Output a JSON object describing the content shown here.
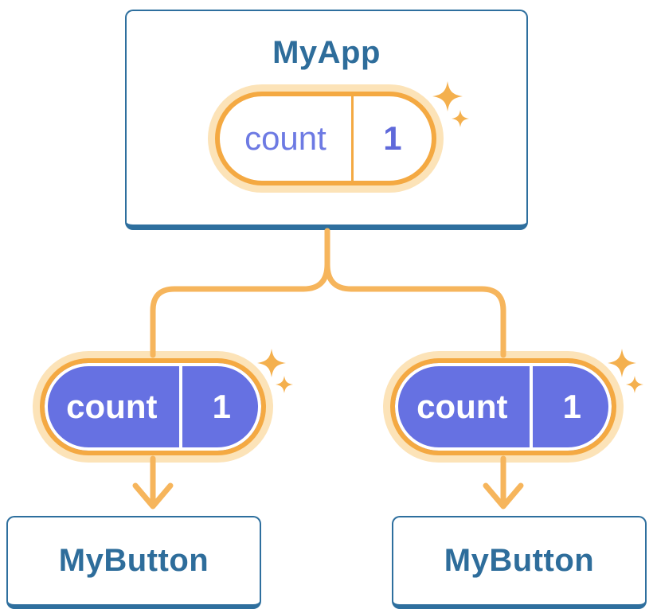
{
  "colors": {
    "background": "#ffffff",
    "card_border": "#2e6f9e",
    "card_title_text": "#2e6d9b",
    "connector": "#f6b55c",
    "pill_ring": "#f4a942",
    "pill_glow": "#fce3b8",
    "pill_fill_purple": "#6671e2",
    "pill_text_purple": "#6d7ae3",
    "pill_text_white": "#ffffff",
    "sparkle": "#f4b04e"
  },
  "tree": {
    "root": {
      "title": "MyApp",
      "state_pill": {
        "label": "count",
        "value": "1"
      }
    },
    "children": [
      {
        "title": "MyButton",
        "prop_pill": {
          "label": "count",
          "value": "1"
        }
      },
      {
        "title": "MyButton",
        "prop_pill": {
          "label": "count",
          "value": "1"
        }
      }
    ]
  }
}
